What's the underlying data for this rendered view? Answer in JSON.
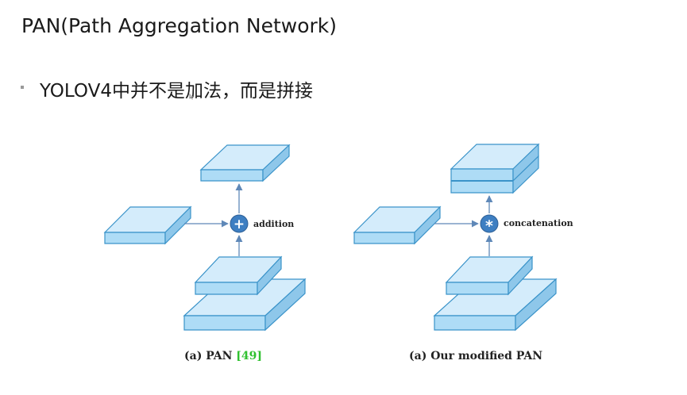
{
  "slide": {
    "title": "PAN(Path Aggregation Network)",
    "bullet_text": "YOLOV4中并不是加法，而是拼接"
  },
  "figure": {
    "left": {
      "operator_symbol": "+",
      "operator_label": "addition",
      "caption_prefix": "(a) PAN ",
      "caption_ref": "[49]"
    },
    "right": {
      "operator_symbol": "*",
      "operator_label": "concatenation",
      "caption": "(a) Our modified PAN"
    }
  },
  "colors": {
    "block_top": "#d4ecfb",
    "block_front": "#aedcf6",
    "block_side": "#8ec7ea",
    "block_edge": "#3a93c9",
    "arrow": "#5f88b8",
    "operator_fill": "#3e7fc2",
    "reference_green": "#2fc12f"
  }
}
